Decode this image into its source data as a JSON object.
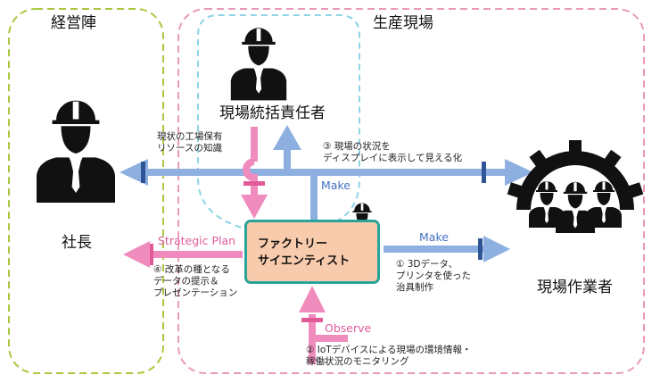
{
  "regions": {
    "management": "経営陣",
    "field": "生産現場"
  },
  "actors": {
    "president": "社長",
    "site_manager": "現場統括責任者",
    "workers": "現場作業者",
    "factory_scientist": "ファクトリー\nサイエンティスト"
  },
  "flows": {
    "knowledge": "現状の工場保有\nリソースの知識",
    "display": "③ 現場の状況を\nディスプレイに表示して見える化",
    "make_vertical": "Make",
    "make_horizontal": "Make",
    "make_desc": "① 3Dデータ、\nプリンタを使った\n治具制作",
    "strategic_plan": "Strategic Plan",
    "strategic_desc": "④ 改革の種となる\nデータの提示＆\nプレゼンテーション",
    "observe": "Observe",
    "observe_desc": "② IoTデバイスによる現場の環境情報・\n稼働状況のモニタリング"
  },
  "colors": {
    "management_border": "#a9c83f",
    "field_border": "#e89ab8",
    "manager_border": "#8fd3e6",
    "arrow_blue": "#8db0e0",
    "arrow_blue_dark": "#2f5597",
    "arrow_pink": "#f08cbd",
    "fs_fill": "#f8cbad",
    "fs_border": "#2aa39b"
  },
  "icons": [
    "hardhat-person-icon",
    "worker-group-gear-icon"
  ]
}
